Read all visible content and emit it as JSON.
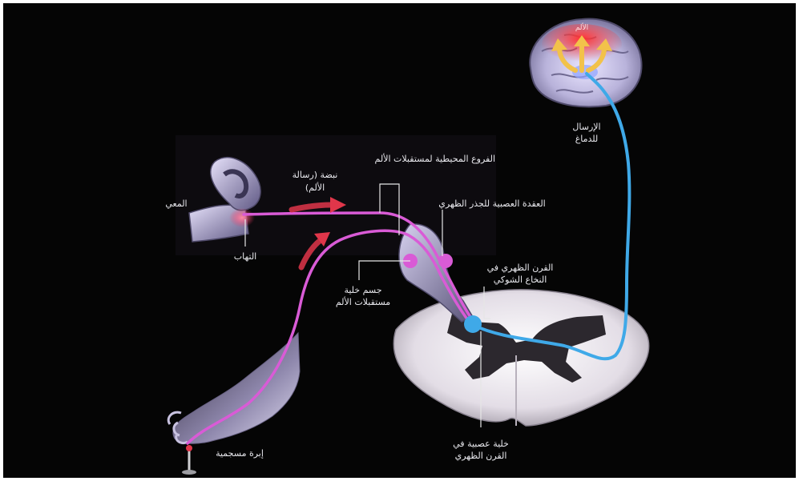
{
  "labels": {
    "brain_pain": "الألم",
    "transmission_line1": "الإرسال",
    "transmission_line2": "للدماغ",
    "peripheral_branches": "الفروع المحيطية لمستقبلات الألم",
    "pain_signal_line1": "نبضة (رسالة",
    "pain_signal_line2": "الألم)",
    "dorsal_root_ganglion": "العقدة العصبية للجذر الظهري",
    "gut": "المعي",
    "inflammation": "التهاب",
    "dorsal_horn_line1": "القرن الظهري في",
    "dorsal_horn_line2": "النخاع الشوكي",
    "cell_body_line1": "جسم خلية",
    "cell_body_line2": "مستقبلات الألم",
    "dorsal_horn_neuron_line1": "خلية عصبية في",
    "dorsal_horn_neuron_line2": "القرن الظهري",
    "needle": "إبرة مسجمية"
  },
  "colors": {
    "background": "#050505",
    "frame": "#ffffff",
    "pain_fiber": "#d95bd6",
    "ascending_pathway": "#3fa9e8",
    "signal_arrow": "#e0364a",
    "spinal_white_matter": "#ece7ee",
    "spinal_gray_matter": "#2c282e",
    "brain": "#c9c4e6",
    "label_text": "#e9e9ee",
    "pointer_line": "#e6e6e6"
  }
}
